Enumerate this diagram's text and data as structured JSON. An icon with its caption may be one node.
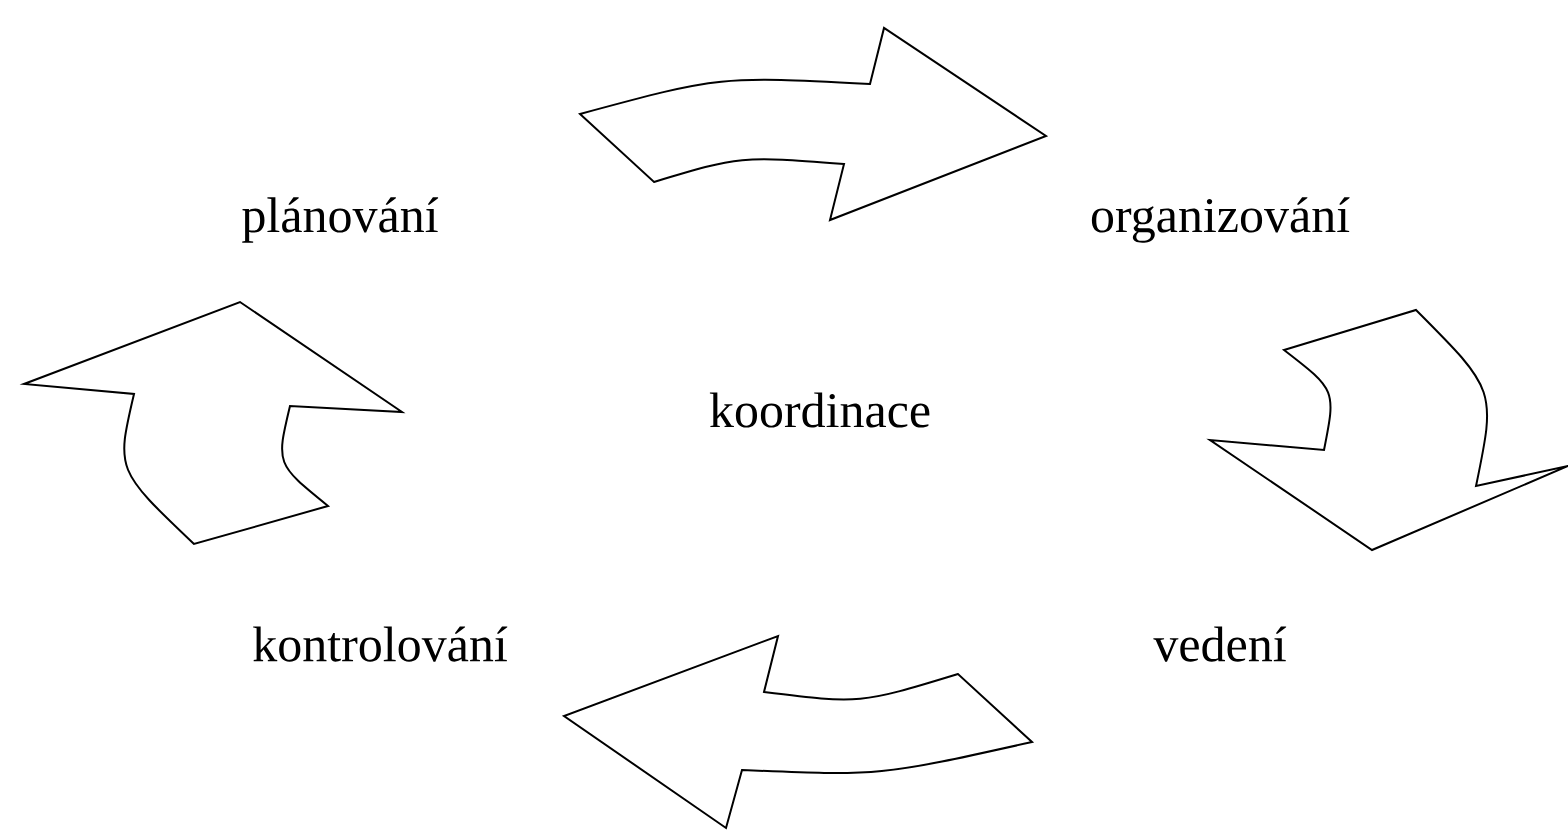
{
  "diagram": {
    "nodes": [
      {
        "text": [
          "plánování"
        ]
      },
      {
        "text": [
          "organizování"
        ]
      },
      {
        "text": [
          "vedení"
        ]
      },
      {
        "text": [
          "kontrolování"
        ]
      },
      {
        "text": [
          "koordinace"
        ]
      }
    ],
    "edges": [
      {
        "from": 0,
        "to": 1,
        "arrow": "to"
      },
      {
        "from": 1,
        "to": 2,
        "arrow": "to"
      },
      {
        "from": 2,
        "to": 3,
        "arrow": "to"
      },
      {
        "from": 3,
        "to": 0,
        "arrow": "to"
      }
    ]
  }
}
